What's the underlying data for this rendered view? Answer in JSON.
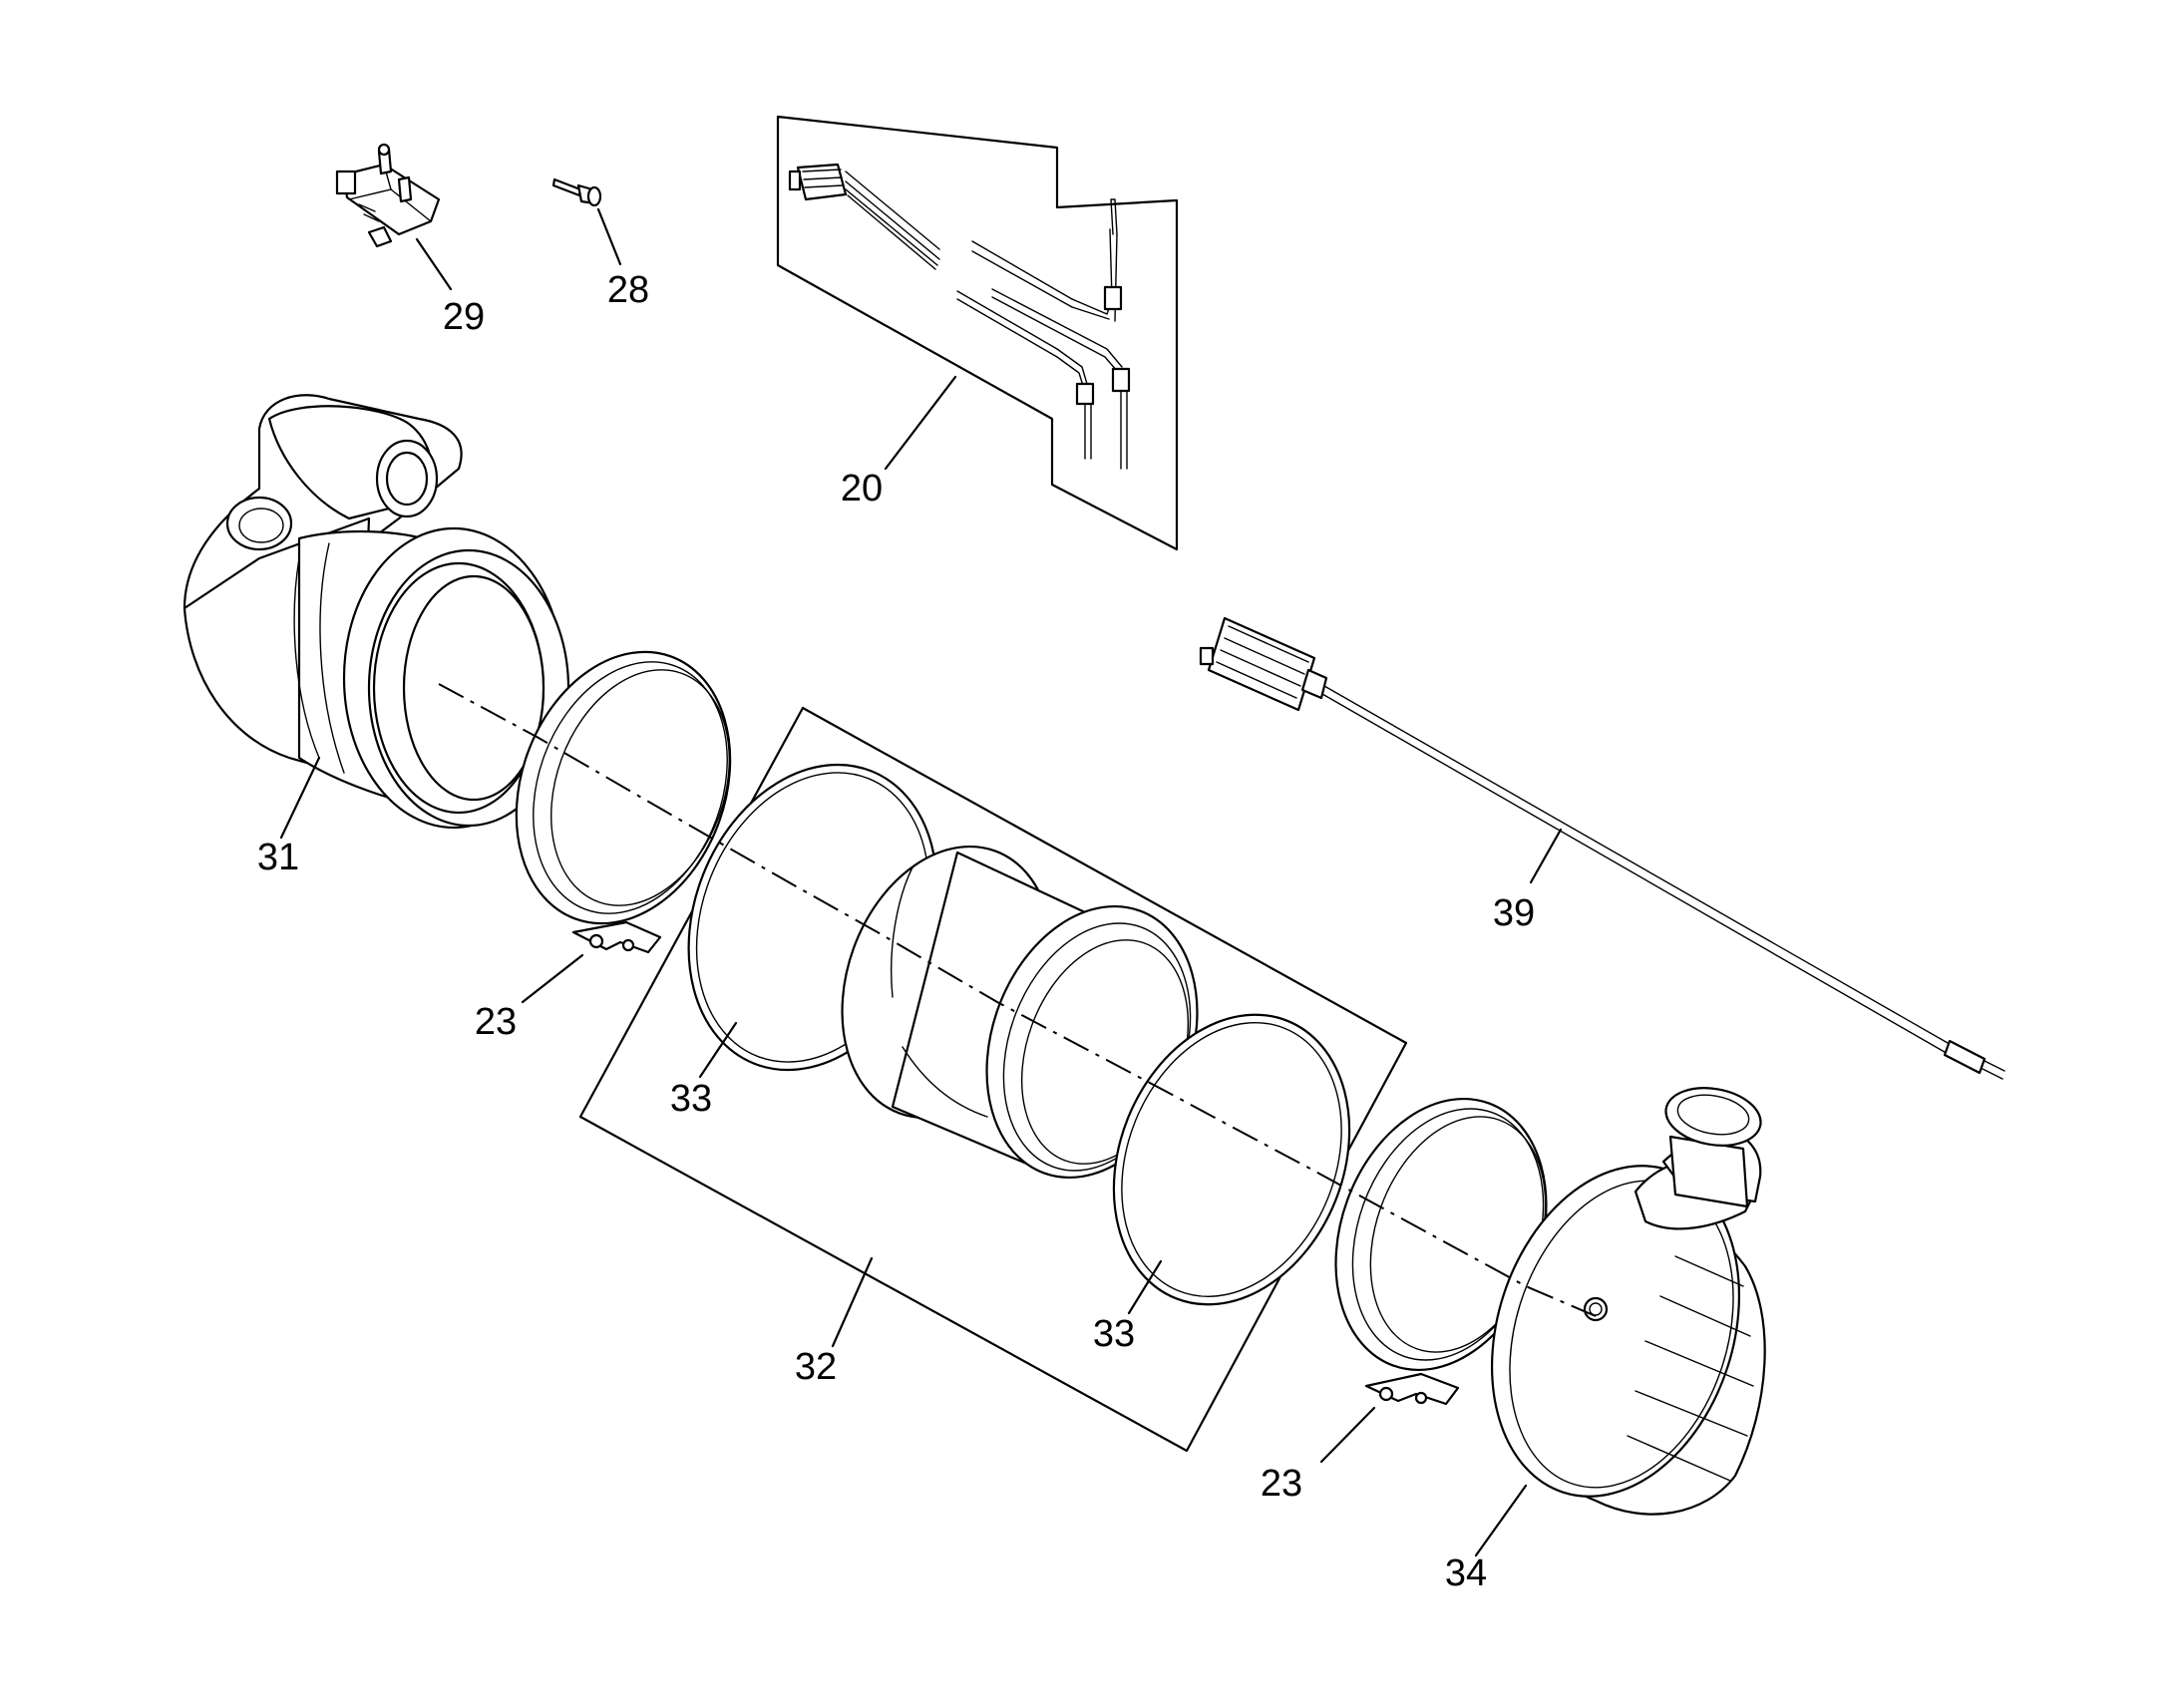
{
  "diagram": {
    "type": "exploded parts diagram",
    "callouts": [
      {
        "id": "c20",
        "label": "20",
        "part": "temperature sensor harness kit"
      },
      {
        "id": "c23a",
        "label": "23",
        "part": "v-band clamp (upper)"
      },
      {
        "id": "c23b",
        "label": "23",
        "part": "v-band clamp (lower)"
      },
      {
        "id": "c28",
        "label": "28",
        "part": "bolt"
      },
      {
        "id": "c29",
        "label": "29",
        "part": "pressure sensor"
      },
      {
        "id": "c31",
        "label": "31",
        "part": "inlet housing"
      },
      {
        "id": "c32",
        "label": "32",
        "part": "filter assembly"
      },
      {
        "id": "c33a",
        "label": "33",
        "part": "gasket (left)"
      },
      {
        "id": "c33b",
        "label": "33",
        "part": "gasket (right)"
      },
      {
        "id": "c34",
        "label": "34",
        "part": "outlet housing"
      },
      {
        "id": "c39",
        "label": "39",
        "part": "sensor with control module"
      }
    ]
  }
}
